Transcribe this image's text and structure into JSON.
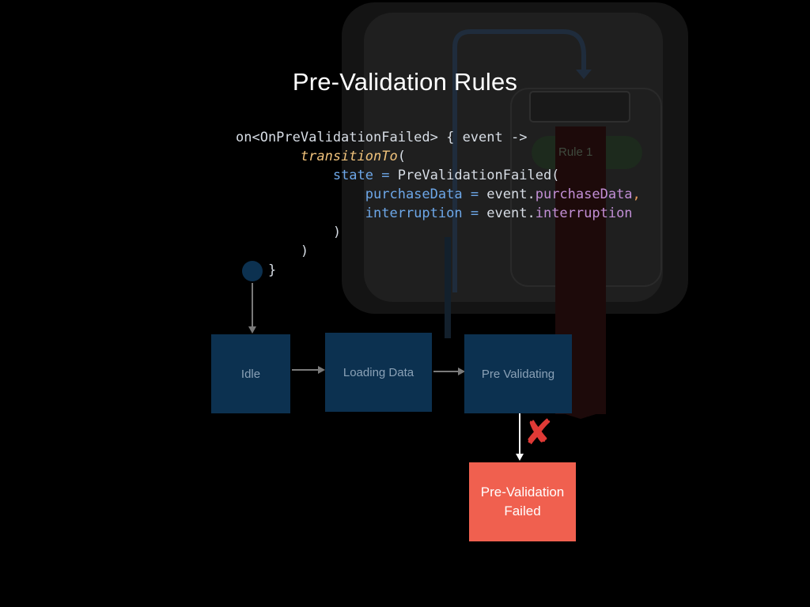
{
  "slide": {
    "title": "Pre-Validation Rules"
  },
  "code": {
    "l1_a": "on<OnPreValidationFailed> { event ->",
    "l2_fn": "transitionTo",
    "l2_p": "(",
    "l3_kw": "state = ",
    "l3_val": "PreValidationFailed(",
    "l4_kw": "purchaseData = ",
    "l4_obj": "event.",
    "l4_prop": "purchaseData",
    "l4_comma": ",",
    "l5_kw": "interruption = ",
    "l5_obj": "event.",
    "l5_prop": "interruption",
    "l6": ")",
    "l7": ")",
    "l8": "}"
  },
  "diagram": {
    "states": [
      {
        "id": "idle",
        "label": "Idle"
      },
      {
        "id": "loading",
        "label": "Loading Data"
      },
      {
        "id": "prevalidating",
        "label": "Pre Validating"
      }
    ],
    "failed": {
      "line1": "Pre-Validation",
      "line2": "Failed"
    },
    "ghost": {
      "rule_label": "Rule 1"
    },
    "colors": {
      "state_fill": "#0c3150",
      "state_text": "#8aa1b6",
      "failed_fill": "#f0604f",
      "cross": "#e03a36",
      "arrow": "#7a7a7a"
    }
  }
}
